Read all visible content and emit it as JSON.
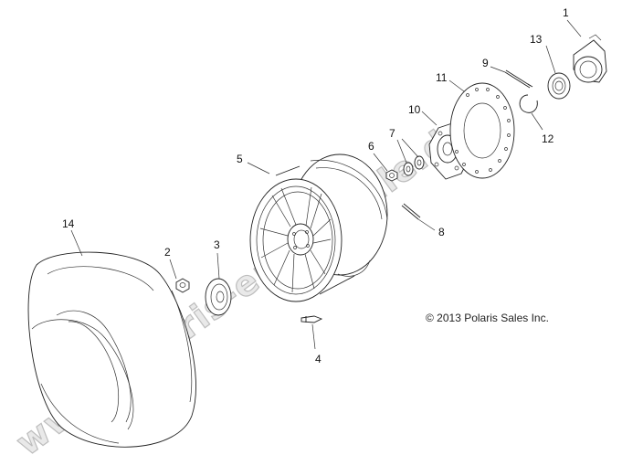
{
  "diagram": {
    "watermark": "www.polaris-ersatzteile.de",
    "copyright": "© 2013 Polaris Sales Inc.",
    "callouts": [
      {
        "id": "c1",
        "label": "1"
      },
      {
        "id": "c2",
        "label": "2"
      },
      {
        "id": "c3",
        "label": "3"
      },
      {
        "id": "c4",
        "label": "4"
      },
      {
        "id": "c5",
        "label": "5"
      },
      {
        "id": "c6",
        "label": "6"
      },
      {
        "id": "c7",
        "label": "7"
      },
      {
        "id": "c8",
        "label": "8"
      },
      {
        "id": "c9",
        "label": "9"
      },
      {
        "id": "c10",
        "label": "10"
      },
      {
        "id": "c11",
        "label": "11"
      },
      {
        "id": "c12",
        "label": "12"
      },
      {
        "id": "c13",
        "label": "13"
      },
      {
        "id": "c14",
        "label": "14"
      }
    ]
  }
}
